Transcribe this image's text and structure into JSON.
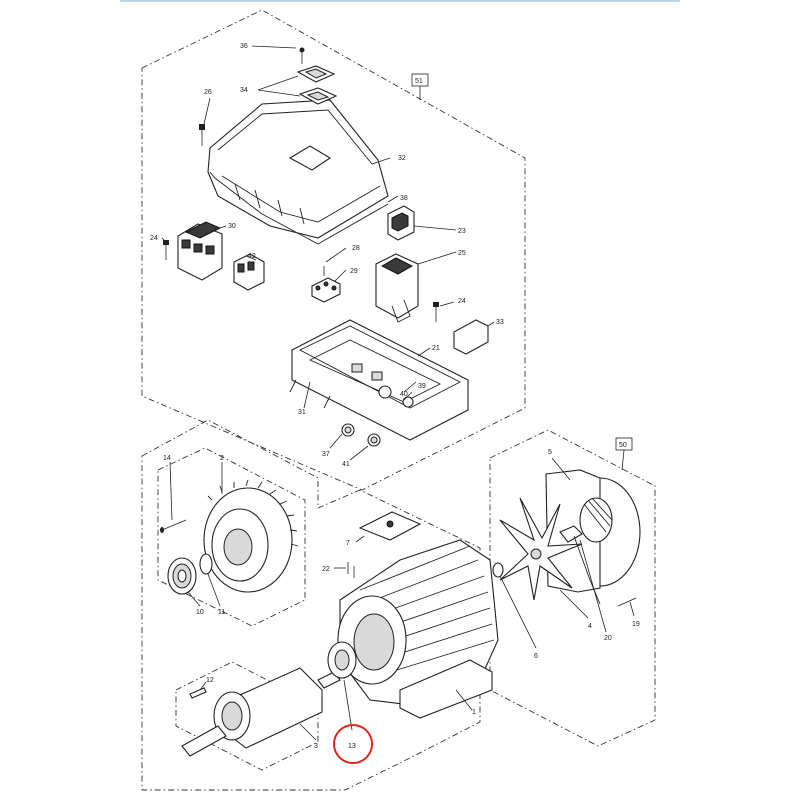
{
  "labels": {
    "l36": "36",
    "l34": "34",
    "l51": "51",
    "l26": "26",
    "l32": "32",
    "l38": "38",
    "l23": "23",
    "l24a": "24",
    "l30": "30",
    "l28": "28",
    "l42": "42",
    "l29": "29",
    "l25": "25",
    "l24b": "24",
    "l33": "33",
    "l21": "21",
    "l31": "31",
    "l39": "39",
    "l40": "40",
    "l37": "37",
    "l41": "41",
    "l50": "50",
    "l14": "14",
    "l2": "2",
    "l5": "5",
    "l7": "7",
    "l22": "22",
    "l10": "10",
    "l11": "11",
    "l4": "4",
    "l20": "20",
    "l19": "19",
    "l6": "6",
    "l12": "12",
    "l1": "1",
    "l3": "3",
    "l13": "13"
  },
  "highlight": {
    "part": "13",
    "color": "#e0281c"
  }
}
